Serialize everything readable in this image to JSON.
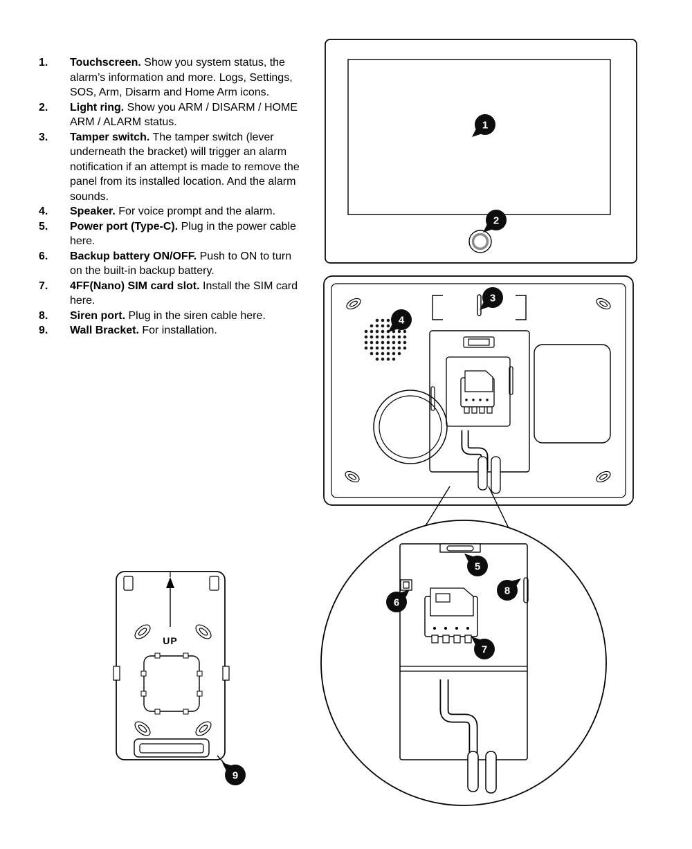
{
  "colors": {
    "ink": "#000000",
    "callout_bg": "#0d0d0d",
    "callout_text": "#ffffff",
    "paper": "#ffffff"
  },
  "legend": {
    "items": [
      {
        "num": "1.",
        "title": "Touchscreen.",
        "desc": "Show you system status, the alarm’s information and more. Logs, Settings, SOS, Arm, Disarm and Home Arm icons."
      },
      {
        "num": "2.",
        "title": "Light ring.",
        "desc": "Show you ARM / DISARM / HOME ARM / ALARM status."
      },
      {
        "num": "3.",
        "title": "Tamper switch.",
        "desc": "The tamper switch (lever underneath the bracket) will trigger an alarm notification if an attempt is made to remove the panel from its installed location. And the alarm sounds."
      },
      {
        "num": "4.",
        "title": "Speaker.",
        "desc": "For voice prompt and the alarm."
      },
      {
        "num": "5.",
        "title": "Power port (Type-C).",
        "desc": "Plug in the power cable here."
      },
      {
        "num": "6.",
        "title": "Backup battery ON/OFF.",
        "desc": "Push to ON to turn on the built-in backup battery."
      },
      {
        "num": "7.",
        "title": "4FF(Nano) SIM card slot.",
        "desc": "Install the SIM card here."
      },
      {
        "num": "8.",
        "title": "Siren port.",
        "desc": "Plug in the siren cable here."
      },
      {
        "num": "9.",
        "title": "Wall Bracket.",
        "desc": "For installation."
      }
    ]
  },
  "callouts": [
    "1",
    "2",
    "3",
    "4",
    "5",
    "6",
    "7",
    "8",
    "9"
  ],
  "bracket": {
    "up_label": "UP"
  }
}
